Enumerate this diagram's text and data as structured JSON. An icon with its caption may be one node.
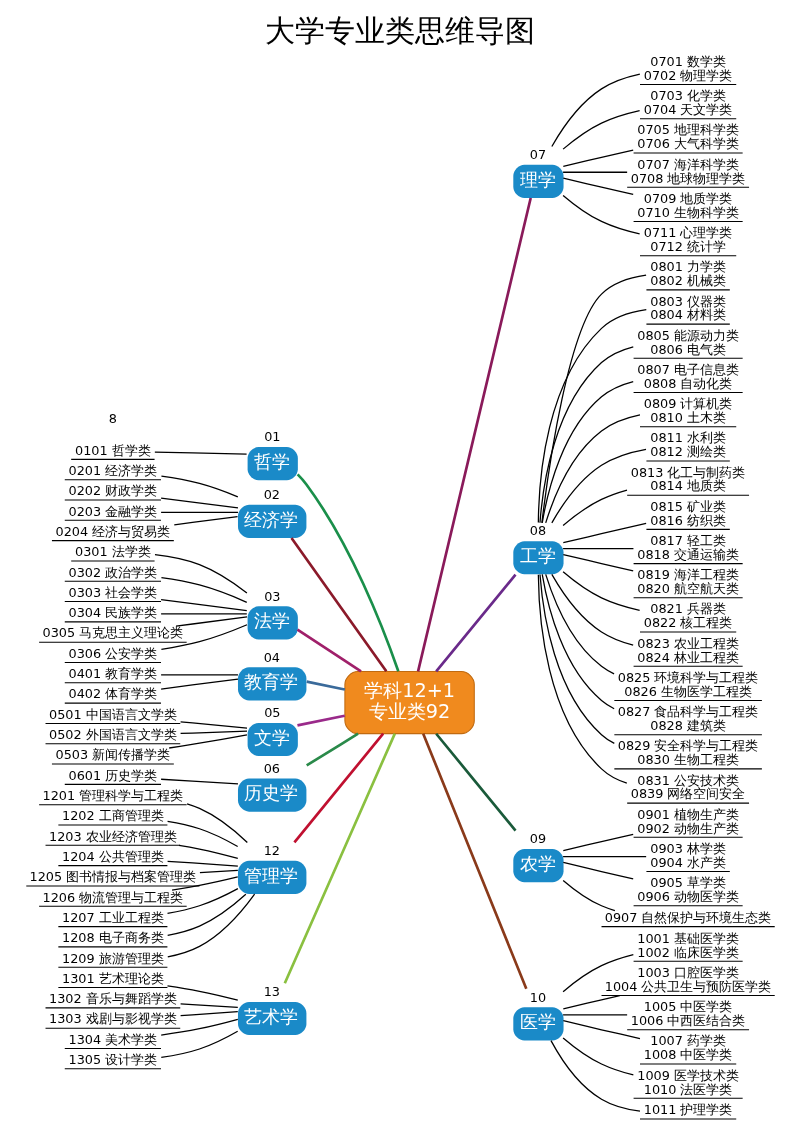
{
  "diagram": {
    "title": "大学专业类思维导图",
    "nodes": [
      {
        "text": [
          "学科12+1",
          "专业类92"
        ]
      },
      {
        "text": [
          "01",
          "哲学"
        ]
      },
      {
        "text": [
          "0101 哲学类"
        ]
      },
      {
        "text": [
          "02",
          "经济学"
        ]
      },
      {
        "text": [
          "0201 经济学类"
        ]
      },
      {
        "text": [
          "0202 财政学类"
        ]
      },
      {
        "text": [
          "0203 金融学类"
        ]
      },
      {
        "text": [
          "0204 经济与贸易类"
        ]
      },
      {
        "text": [
          "03",
          "法学"
        ]
      },
      {
        "text": [
          "0301 法学类"
        ]
      },
      {
        "text": [
          "0302 政治学类"
        ]
      },
      {
        "text": [
          "0303 社会学类"
        ]
      },
      {
        "text": [
          "0304 民族学类"
        ]
      },
      {
        "text": [
          "0305 马克思主义理论类"
        ]
      },
      {
        "text": [
          "0306 公安学类"
        ]
      },
      {
        "text": [
          "04",
          "教育学"
        ]
      },
      {
        "text": [
          "0401 教育学类"
        ]
      },
      {
        "text": [
          "0402 体育学类"
        ]
      },
      {
        "text": [
          "05",
          "文学"
        ]
      },
      {
        "text": [
          "0501 中国语言文学类"
        ]
      },
      {
        "text": [
          "0502 外国语言文学类"
        ]
      },
      {
        "text": [
          "0503 新闻传播学类"
        ]
      },
      {
        "text": [
          "06",
          "历史学"
        ]
      },
      {
        "text": [
          "0601 历史学类"
        ]
      },
      {
        "text": [
          "12",
          "管理学"
        ]
      },
      {
        "text": [
          "1201 管理科学与工程类"
        ]
      },
      {
        "text": [
          "1202 工商管理类"
        ]
      },
      {
        "text": [
          "1203 农业经济管理类"
        ]
      },
      {
        "text": [
          "1204 公共管理类"
        ]
      },
      {
        "text": [
          "1205 图书情报与档案管理类"
        ]
      },
      {
        "text": [
          "1206 物流管理与工程类"
        ]
      },
      {
        "text": [
          "1207 工业工程类"
        ]
      },
      {
        "text": [
          "1208 电子商务类"
        ]
      },
      {
        "text": [
          "1209 旅游管理类"
        ]
      },
      {
        "text": [
          "13",
          "艺术学"
        ]
      },
      {
        "text": [
          "1301 艺术理论类"
        ]
      },
      {
        "text": [
          "1302 音乐与舞蹈学类"
        ]
      },
      {
        "text": [
          "1303 戏剧与影视学类"
        ]
      },
      {
        "text": [
          "1304 美术学类"
        ]
      },
      {
        "text": [
          "1305 设计学类"
        ]
      },
      {
        "text": [
          "07",
          "理学"
        ]
      },
      {
        "text": [
          "0701 数学类",
          "0702 物理学类"
        ]
      },
      {
        "text": [
          "0703 化学类",
          "0704 天文学类"
        ]
      },
      {
        "text": [
          "0705 地理科学类",
          "0706 大气科学类"
        ]
      },
      {
        "text": [
          "0707 海洋科学类",
          "0708 地球物理学类"
        ]
      },
      {
        "text": [
          "0709 地质学类",
          "0710 生物科学类"
        ]
      },
      {
        "text": [
          "0711 心理学类",
          "0712 统计学"
        ]
      },
      {
        "text": [
          "08",
          "工学"
        ]
      },
      {
        "text": [
          "0801 力学类",
          "0802 机械类"
        ]
      },
      {
        "text": [
          "0803 仪器类",
          "0804 材料类"
        ]
      },
      {
        "text": [
          "0805 能源动力类",
          "0806 电气类"
        ]
      },
      {
        "text": [
          "0807 电子信息类",
          "0808 自动化类"
        ]
      },
      {
        "text": [
          "0809 计算机类",
          "0810 土木类"
        ]
      },
      {
        "text": [
          "0811 水利类",
          "0812 测绘类"
        ]
      },
      {
        "text": [
          "0813 化工与制药类",
          "0814 地质类"
        ]
      },
      {
        "text": [
          "0815 矿业类",
          "0816 纺织类"
        ]
      },
      {
        "text": [
          "0817 轻工类",
          "0818 交通运输类"
        ]
      },
      {
        "text": [
          "0819 海洋工程类",
          "0820 航空航天类"
        ]
      },
      {
        "text": [
          "0821 兵器类",
          "0822 核工程类"
        ]
      },
      {
        "text": [
          "0823 农业工程类",
          "0824 林业工程类"
        ]
      },
      {
        "text": [
          "0825 环境科学与工程类",
          "0826 生物医学工程类"
        ]
      },
      {
        "text": [
          "0827 食品科学与工程类",
          "0828 建筑类"
        ]
      },
      {
        "text": [
          "0829 安全科学与工程类",
          "0830 生物工程类"
        ]
      },
      {
        "text": [
          "0831 公安技术类",
          "0839 网络空间安全"
        ]
      },
      {
        "text": [
          "09",
          "农学"
        ]
      },
      {
        "text": [
          "0901 植物生产类",
          "0902 动物生产类"
        ]
      },
      {
        "text": [
          "0903 林学类",
          "0904 水产类"
        ]
      },
      {
        "text": [
          "0905 草学类",
          "0906 动物医学类"
        ]
      },
      {
        "text": [
          "0907 自然保护与环境生态类"
        ]
      },
      {
        "text": [
          "10",
          "医学"
        ]
      },
      {
        "text": [
          "1001 基础医学类",
          "1002 临床医学类"
        ]
      },
      {
        "text": [
          "1003 口腔医学类",
          "1004 公共卫生与预防医学类"
        ]
      },
      {
        "text": [
          "1005 中医学类",
          "1006 中西医结合类"
        ]
      },
      {
        "text": [
          "1007 药学类",
          "1008 中医学类"
        ]
      },
      {
        "text": [
          "1009 医学技术类",
          "1010 法医学类"
        ]
      },
      {
        "text": [
          "1011 护理学类"
        ]
      }
    ],
    "edges": [
      {
        "from": 0,
        "to": 1,
        "arrow": "none",
        "color": "#1a8f4a"
      },
      {
        "from": 1,
        "to": 2,
        "arrow": "none"
      },
      {
        "from": 0,
        "to": 3,
        "arrow": "none",
        "color": "#8b1a2a"
      },
      {
        "from": 3,
        "to": 4,
        "arrow": "none"
      },
      {
        "from": 3,
        "to": 5,
        "arrow": "none"
      },
      {
        "from": 3,
        "to": 6,
        "arrow": "none"
      },
      {
        "from": 3,
        "to": 7,
        "arrow": "none"
      },
      {
        "from": 0,
        "to": 8,
        "arrow": "none",
        "color": "#a0206a"
      },
      {
        "from": 8,
        "to": 9,
        "arrow": "none"
      },
      {
        "from": 8,
        "to": 10,
        "arrow": "none"
      },
      {
        "from": 8,
        "to": 11,
        "arrow": "none"
      },
      {
        "from": 8,
        "to": 12,
        "arrow": "none"
      },
      {
        "from": 8,
        "to": 13,
        "arrow": "none"
      },
      {
        "from": 8,
        "to": 14,
        "arrow": "none"
      },
      {
        "from": 0,
        "to": 15,
        "arrow": "none",
        "color": "#3a6a9a"
      },
      {
        "from": 15,
        "to": 16,
        "arrow": "none"
      },
      {
        "from": 15,
        "to": 17,
        "arrow": "none"
      },
      {
        "from": 0,
        "to": 18,
        "arrow": "none",
        "color": "#9a2a8a"
      },
      {
        "from": 18,
        "to": 19,
        "arrow": "none"
      },
      {
        "from": 18,
        "to": 20,
        "arrow": "none"
      },
      {
        "from": 18,
        "to": 21,
        "arrow": "none"
      },
      {
        "from": 0,
        "to": 22,
        "arrow": "none",
        "color": "#2a8a4a"
      },
      {
        "from": 22,
        "to": 23,
        "arrow": "none"
      },
      {
        "from": 0,
        "to": 24,
        "arrow": "none",
        "color": "#c01030"
      },
      {
        "from": 24,
        "to": 25,
        "arrow": "none"
      },
      {
        "from": 24,
        "to": 26,
        "arrow": "none"
      },
      {
        "from": 24,
        "to": 27,
        "arrow": "none"
      },
      {
        "from": 24,
        "to": 28,
        "arrow": "none"
      },
      {
        "from": 24,
        "to": 29,
        "arrow": "none"
      },
      {
        "from": 24,
        "to": 30,
        "arrow": "none"
      },
      {
        "from": 24,
        "to": 31,
        "arrow": "none"
      },
      {
        "from": 24,
        "to": 32,
        "arrow": "none"
      },
      {
        "from": 24,
        "to": 33,
        "arrow": "none"
      },
      {
        "from": 0,
        "to": 34,
        "arrow": "none",
        "color": "#8ac040"
      },
      {
        "from": 34,
        "to": 35,
        "arrow": "none"
      },
      {
        "from": 34,
        "to": 36,
        "arrow": "none"
      },
      {
        "from": 34,
        "to": 37,
        "arrow": "none"
      },
      {
        "from": 34,
        "to": 38,
        "arrow": "none"
      },
      {
        "from": 34,
        "to": 39,
        "arrow": "none"
      },
      {
        "from": 0,
        "to": 40,
        "arrow": "none",
        "color": "#8a1a5a"
      },
      {
        "from": 40,
        "to": 41,
        "arrow": "none"
      },
      {
        "from": 40,
        "to": 42,
        "arrow": "none"
      },
      {
        "from": 40,
        "to": 43,
        "arrow": "none"
      },
      {
        "from": 40,
        "to": 44,
        "arrow": "none"
      },
      {
        "from": 40,
        "to": 45,
        "arrow": "none"
      },
      {
        "from": 40,
        "to": 46,
        "arrow": "none"
      },
      {
        "from": 0,
        "to": 47,
        "arrow": "none",
        "color": "#6a2a8a"
      },
      {
        "from": 47,
        "to": 48,
        "arrow": "none"
      },
      {
        "from": 47,
        "to": 49,
        "arrow": "none"
      },
      {
        "from": 47,
        "to": 50,
        "arrow": "none"
      },
      {
        "from": 47,
        "to": 51,
        "arrow": "none"
      },
      {
        "from": 47,
        "to": 52,
        "arrow": "none"
      },
      {
        "from": 47,
        "to": 53,
        "arrow": "none"
      },
      {
        "from": 47,
        "to": 54,
        "arrow": "none"
      },
      {
        "from": 47,
        "to": 55,
        "arrow": "none"
      },
      {
        "from": 47,
        "to": 56,
        "arrow": "none"
      },
      {
        "from": 47,
        "to": 57,
        "arrow": "none"
      },
      {
        "from": 47,
        "to": 58,
        "arrow": "none"
      },
      {
        "from": 47,
        "to": 59,
        "arrow": "none"
      },
      {
        "from": 47,
        "to": 60,
        "arrow": "none"
      },
      {
        "from": 47,
        "to": 61,
        "arrow": "none"
      },
      {
        "from": 47,
        "to": 62,
        "arrow": "none"
      },
      {
        "from": 47,
        "to": 63,
        "arrow": "none"
      },
      {
        "from": 0,
        "to": 64,
        "arrow": "none",
        "color": "#1a5a3a"
      },
      {
        "from": 64,
        "to": 65,
        "arrow": "none"
      },
      {
        "from": 64,
        "to": 66,
        "arrow": "none"
      },
      {
        "from": 64,
        "to": 67,
        "arrow": "none"
      },
      {
        "from": 64,
        "to": 68,
        "arrow": "none"
      },
      {
        "from": 0,
        "to": 69,
        "arrow": "none",
        "color": "#8a3a1a"
      },
      {
        "from": 69,
        "to": 70,
        "arrow": "none"
      },
      {
        "from": 69,
        "to": 71,
        "arrow": "none"
      },
      {
        "from": 69,
        "to": 72,
        "arrow": "none"
      },
      {
        "from": 69,
        "to": 73,
        "arrow": "none"
      },
      {
        "from": 69,
        "to": 74,
        "arrow": "none"
      },
      {
        "from": 69,
        "to": 75,
        "arrow": "none"
      }
    ],
    "labels": [
      "8"
    ]
  }
}
